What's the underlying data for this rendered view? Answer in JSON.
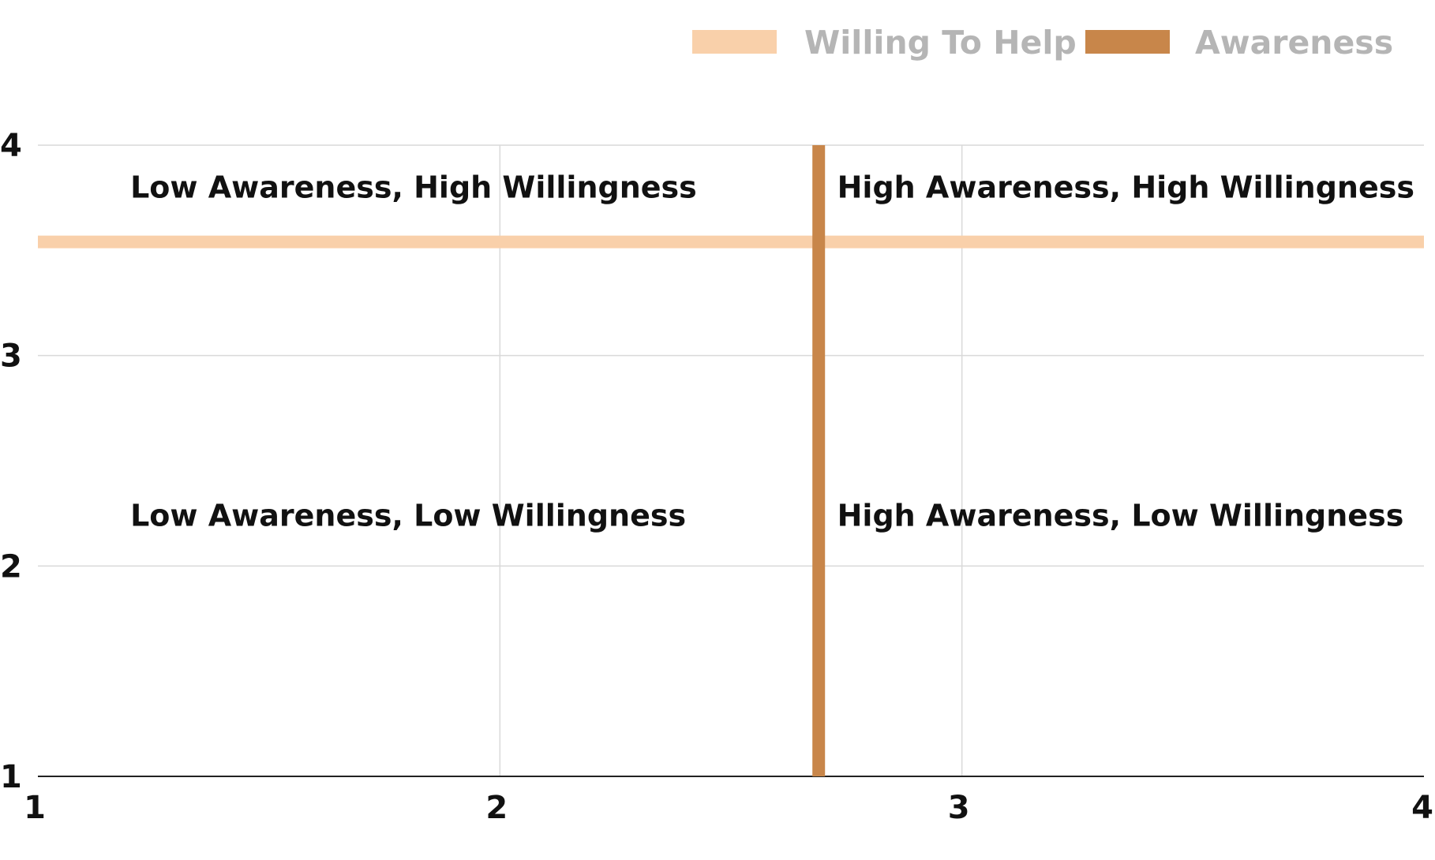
{
  "chart_data": {
    "type": "line",
    "title": "",
    "xlabel": "",
    "ylabel": "",
    "xlim": [
      1,
      4
    ],
    "ylim": [
      1,
      4
    ],
    "x_ticks": [
      "1",
      "2",
      "3",
      "4"
    ],
    "y_ticks": [
      "1",
      "2",
      "3",
      "4"
    ],
    "grid": true,
    "legend_position": "top-right",
    "series": [
      {
        "name": "Willing To Help",
        "color": "#F9D0AA",
        "orientation": "horizontal",
        "x": [
          1,
          4
        ],
        "y": [
          3.54,
          3.54
        ]
      },
      {
        "name": "Awareness",
        "color": "#C8864A",
        "orientation": "vertical",
        "x": [
          2.69,
          2.69
        ],
        "y": [
          1,
          4
        ]
      }
    ],
    "annotations": [
      {
        "text": "Low Awareness, High Willingness",
        "x": 1.2,
        "y": 3.75
      },
      {
        "text": "High Awareness, High Willingness",
        "x": 2.73,
        "y": 3.75
      },
      {
        "text": "Low Awareness, Low Willingness",
        "x": 1.2,
        "y": 2.19
      },
      {
        "text": "High Awareness, Low Willingness",
        "x": 2.73,
        "y": 2.19
      }
    ]
  }
}
